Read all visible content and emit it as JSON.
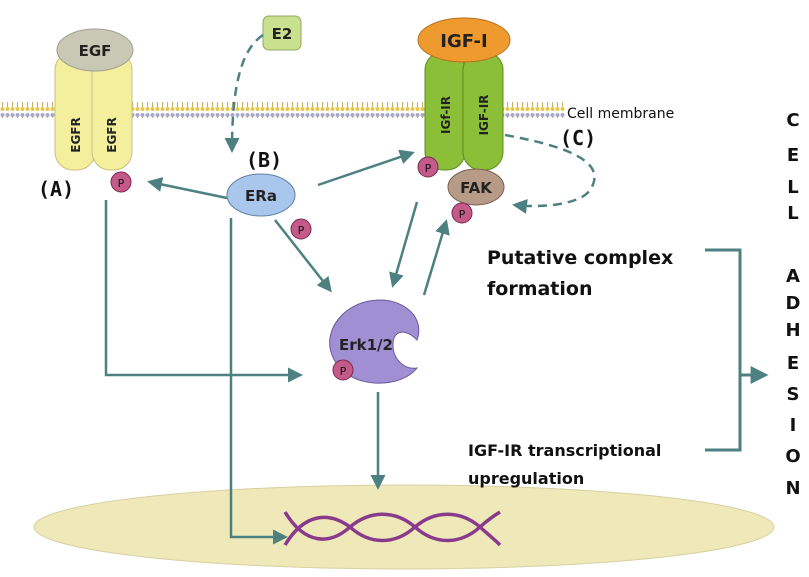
{
  "labels": {
    "egf": "EGF",
    "egfr_left": "EGFR",
    "egfr_right": "EGFR",
    "label_a": "(A)",
    "e2": "E2",
    "label_b": "(B)",
    "era": "ERa",
    "igf": "IGF-I",
    "igfr_left": "IGf-IR",
    "igfr_right": "IGF-IR",
    "label_c": "(C)",
    "cell_membrane": "Cell membrane",
    "fak": "FAK",
    "erk": "Erk1/2",
    "phospho": "P",
    "complex_line1": "Putative complex",
    "complex_line2": "formation",
    "igfr_up_line1": "IGF-IR transcriptional",
    "igfr_up_line2": "upregulation",
    "cell_letters": [
      "C",
      "E",
      "L",
      "L"
    ],
    "adhesion_letters": [
      "A",
      "D",
      "H",
      "E",
      "S",
      "I",
      "O",
      "N"
    ]
  },
  "colors": {
    "arrow": "#4d8080",
    "egf_ligand": "#c8c8b4",
    "egfr": "#f3ef9c",
    "igf_ligand": "#ee9a2e",
    "igfr": "#8cbf38",
    "era": "#a9c7ec",
    "fak": "#b89b86",
    "erk": "#a08fd2",
    "phospho": "#c45a8a",
    "nucleus": "#efe8b8",
    "dna": "#8a3a8c",
    "membrane": "#e8c84a"
  }
}
